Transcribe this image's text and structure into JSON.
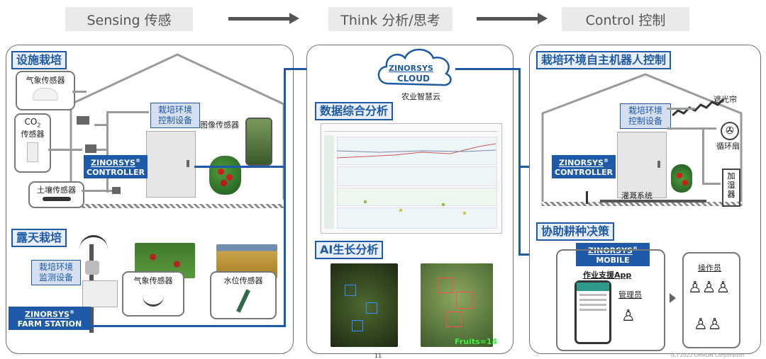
{
  "header": {
    "sensing": "Sensing 传感",
    "think": "Think 分析/思考",
    "control": "Control 控制"
  },
  "left": {
    "greenhouse_title": "设施栽培",
    "weather_sensor": "气象传感器",
    "co2_sensor_line1": "CO",
    "co2_sub": "2",
    "co2_sensor_line2": "传感器",
    "soil_sensor": "土壤传感器",
    "env_device": "栽培环境\n控制设备",
    "image_sensor": "图像传感器",
    "controller_brand": "ZINORSYS",
    "controller_reg": "®",
    "controller_label": "CONTROLLER",
    "outdoor_title": "露天栽培",
    "monitor_device": "栽培环境\n监测设备",
    "outdoor_weather_sensor": "气象传感器",
    "water_sensor": "水位传感器",
    "farm_brand": "ZINORSYS",
    "farm_label": "FARM STATION"
  },
  "middle": {
    "cloud_brand": "ZINORSYS",
    "cloud_label": "CLOUD",
    "cloud_caption": "农业智慧云",
    "data_title": "数据综合分析",
    "ai_title": "AI生长分析",
    "fruits_label": "Fruits=14",
    "page_number": "11"
  },
  "right": {
    "robot_title": "栽培环境自主机器人控制",
    "shade": "遮光帘",
    "circ_fan": "循环扇",
    "humidifier": "加\n湿\n器",
    "env_device": "栽培环境\n控制设备",
    "controller_brand": "ZINORSYS",
    "controller_label": "CONTROLLER",
    "irrigation": "灌溉系统",
    "assist_title": "协助耕种决策",
    "mobile_brand": "ZINORSYS",
    "mobile_label": "MOBILE",
    "app_label": "作业支援App",
    "manager": "管理员",
    "operator": "操作员",
    "copyright": "(C) 2022 OMRON Corporation"
  },
  "colors": {
    "brand_blue": "#1e5aa8",
    "header_bg": "#e9eaec"
  }
}
